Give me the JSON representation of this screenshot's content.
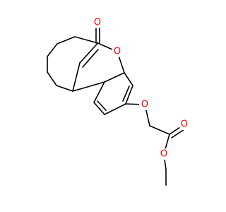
{
  "molecule": {
    "atom_labels": [
      "O",
      "O",
      "O",
      "O",
      "O"
    ],
    "colors": {
      "bond": "#000000",
      "oxygen": "#ff0000"
    }
  }
}
